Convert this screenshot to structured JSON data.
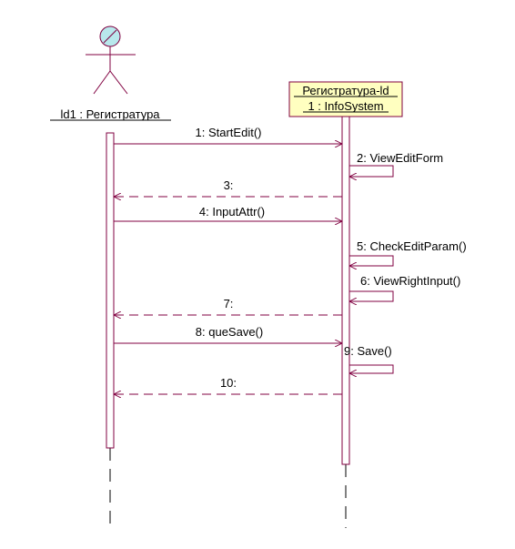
{
  "colors": {
    "line": "#800040",
    "header_fill": "#ffffc0",
    "header_border": "#800040",
    "actor_head_fill": "#b8e8ec",
    "activation_fill": "#ffffff",
    "text": "#000000"
  },
  "actor": {
    "name": "ld1 : Регистратура",
    "icon": "stick-figure-actor-icon"
  },
  "object": {
    "line1": "Регистратура-ld",
    "line2": "1 : InfoSystem"
  },
  "messages": [
    {
      "label": "1: StartEdit()",
      "kind": "call"
    },
    {
      "label": "2: ViewEditForm",
      "kind": "self"
    },
    {
      "label": "3:",
      "kind": "return"
    },
    {
      "label": "4: InputAttr()",
      "kind": "call"
    },
    {
      "label": "5: CheckEditParam()",
      "kind": "self"
    },
    {
      "label": "6: ViewRightInput()",
      "kind": "self"
    },
    {
      "label": "7:",
      "kind": "return"
    },
    {
      "label": "8: queSave()",
      "kind": "call"
    },
    {
      "label": "9: Save()",
      "kind": "self"
    },
    {
      "label": "10:",
      "kind": "return"
    }
  ]
}
